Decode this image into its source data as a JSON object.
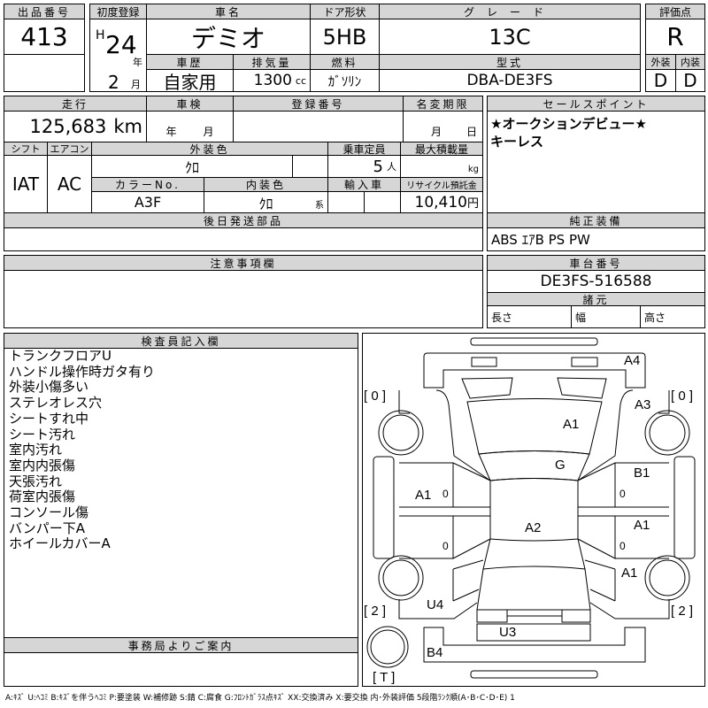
{
  "lot": {
    "label": "出品番号",
    "value": "413"
  },
  "first_reg": {
    "label": "初度登録",
    "era": "H",
    "year": "24",
    "year_unit": "年",
    "month": "2",
    "month_unit": "月"
  },
  "car_name": {
    "label": "車名",
    "value": "デミオ"
  },
  "door": {
    "label": "ドア形状",
    "value": "5HB"
  },
  "grade": {
    "label": "グレード",
    "value": "13C"
  },
  "history": {
    "label": "車歴",
    "value": "自家用"
  },
  "displacement": {
    "label": "排気量",
    "value": "1300",
    "unit": "cc"
  },
  "fuel": {
    "label": "燃料",
    "value": "ｶﾞｿﾘﾝ"
  },
  "model": {
    "label": "型式",
    "value": "DBA-DE3FS"
  },
  "score": {
    "label": "評価点",
    "value": "R",
    "ext_label": "外装",
    "int_label": "内装",
    "ext": "D",
    "int": "D"
  },
  "mileage": {
    "label": "走行",
    "value": "125,683",
    "unit": "km"
  },
  "inspection": {
    "label": "車検",
    "year_unit": "年",
    "month_unit": "月"
  },
  "reg_no": {
    "label": "登録番号"
  },
  "name_change": {
    "label": "名変期限",
    "month_unit": "月",
    "day_unit": "日"
  },
  "shift": {
    "label": "シフト",
    "value": "IAT"
  },
  "aircon": {
    "label": "エアコン",
    "value": "AC"
  },
  "ext_color": {
    "label": "外装色",
    "value": "ｸﾛ"
  },
  "capacity": {
    "label": "乗車定員",
    "value": "5",
    "unit": "人"
  },
  "max_load": {
    "label": "最大積載量",
    "unit": "kg"
  },
  "color_no": {
    "label": "カラーNo.",
    "value": "A3F"
  },
  "int_color": {
    "label": "内装色",
    "value": "ｸﾛ",
    "unit": "系"
  },
  "import": {
    "label": "輸入車"
  },
  "recycle": {
    "label": "リサイクル預託金",
    "value": "10,410",
    "unit": "円"
  },
  "later_parts": {
    "label": "後日発送部品"
  },
  "sales_points": {
    "label": "セールスポイント",
    "lines": [
      "★オークションデビュー★",
      "キーレス"
    ]
  },
  "equipment": {
    "label": "純正装備",
    "value": "ABS ｴｱB PS PW"
  },
  "notes_section": {
    "label": "注意事項欄"
  },
  "chassis": {
    "label": "車台番号",
    "value": "DE3FS-516588"
  },
  "specs": {
    "label": "諸元",
    "length": "長さ",
    "width": "幅",
    "height": "高さ"
  },
  "inspector": {
    "label": "検査員記入欄",
    "lines": [
      "トランクフロアU",
      "ハンドル操作時ガタ有り",
      "外装小傷多い",
      "ステレオレス穴",
      "シートすれ中",
      "シート汚れ",
      "室内汚れ",
      "室内内張傷",
      "天張汚れ",
      "荷室内張傷",
      "コンソール傷",
      "バンパー下A",
      "ホイールカバーA"
    ]
  },
  "office": {
    "label": "事務局よりご案内"
  },
  "diagram": {
    "marks": {
      "hood": "A4",
      "front_right": "A3",
      "windshield": "A1",
      "glass": "G",
      "right_front_door": "B1",
      "left_front_door": "A1",
      "roof": "A2",
      "right_rear_door": "A1",
      "right_rear_fender": "A1",
      "left_rear_fender": "U4",
      "trunk": "U3",
      "rear_bumper": "B4"
    },
    "tires": {
      "fl": "[ 0 ]",
      "fr": "[ 0 ]",
      "rl": "[ 2 ]",
      "rr": "[ 2 ]",
      "spare": "[ T ]"
    },
    "door_zero": "0"
  },
  "legend": "A:ｷｽﾞ U:ﾍｺﾐ B:ｷｽﾞを伴うﾍｺﾐ P:要塗装 W:補修跡 S:錆 C:腐食 G:ﾌﾛﾝﾄｶﾞﾗｽ点ｷｽﾞ XX:交換済み X:要交換 内･外装評価 5段階ﾗﾝｸ順(A･B･C･D･E) 1"
}
